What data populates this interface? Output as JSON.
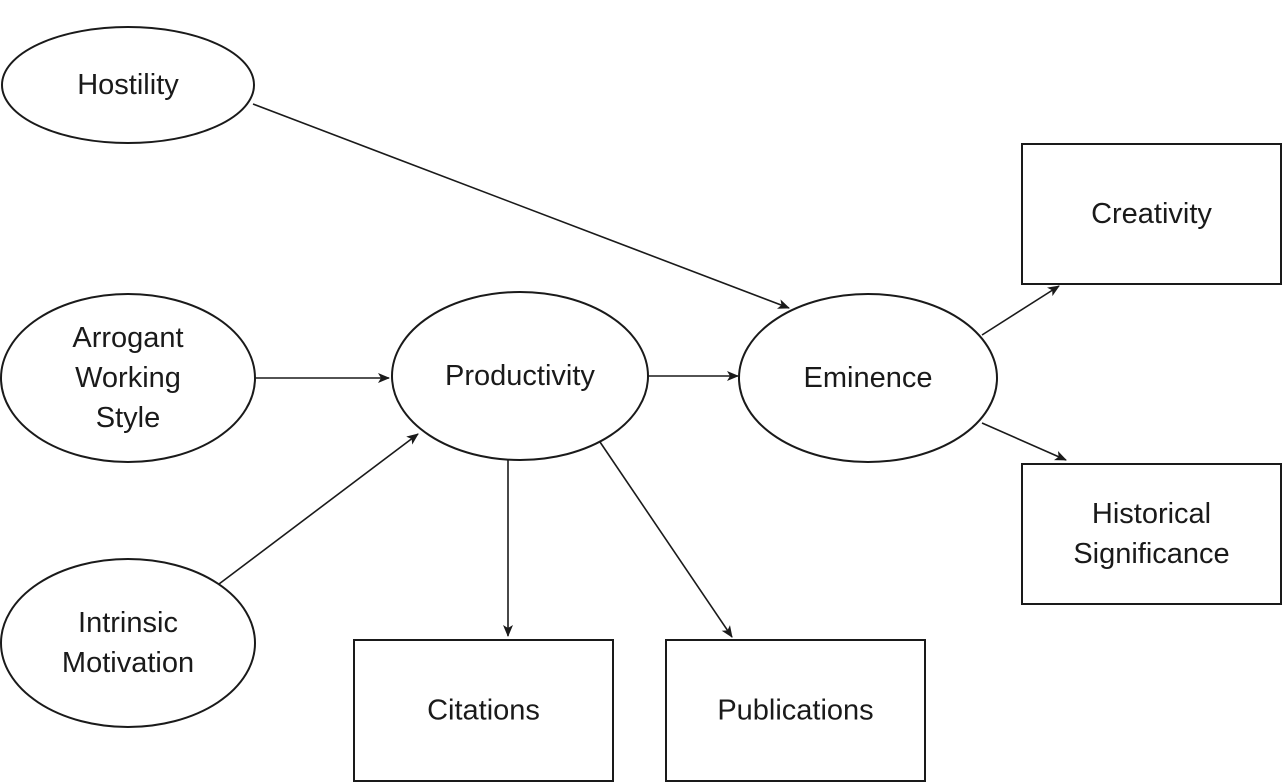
{
  "diagram": {
    "type": "path-model",
    "nodes": {
      "hostility": {
        "shape": "ellipse",
        "lines": [
          "Hostility"
        ]
      },
      "arrogant": {
        "shape": "ellipse",
        "lines": [
          "Arrogant",
          "Working",
          "Style"
        ]
      },
      "intrinsic": {
        "shape": "ellipse",
        "lines": [
          "Intrinsic",
          "Motivation"
        ]
      },
      "productivity": {
        "shape": "ellipse",
        "lines": [
          "Productivity"
        ]
      },
      "eminence": {
        "shape": "ellipse",
        "lines": [
          "Eminence"
        ]
      },
      "creativity": {
        "shape": "rectangle",
        "lines": [
          "Creativity"
        ]
      },
      "historical": {
        "shape": "rectangle",
        "lines": [
          "Historical",
          "Significance"
        ]
      },
      "citations": {
        "shape": "rectangle",
        "lines": [
          "Citations"
        ]
      },
      "publications": {
        "shape": "rectangle",
        "lines": [
          "Publications"
        ]
      }
    },
    "edges": [
      {
        "from": "hostility",
        "to": "eminence"
      },
      {
        "from": "arrogant",
        "to": "productivity"
      },
      {
        "from": "intrinsic",
        "to": "productivity"
      },
      {
        "from": "productivity",
        "to": "eminence"
      },
      {
        "from": "productivity",
        "to": "citations"
      },
      {
        "from": "productivity",
        "to": "publications"
      },
      {
        "from": "eminence",
        "to": "creativity"
      },
      {
        "from": "eminence",
        "to": "historical"
      }
    ],
    "colors": {
      "stroke": "#1a1a1a",
      "fill": "#ffffff",
      "text": "#1a1a1a"
    }
  }
}
